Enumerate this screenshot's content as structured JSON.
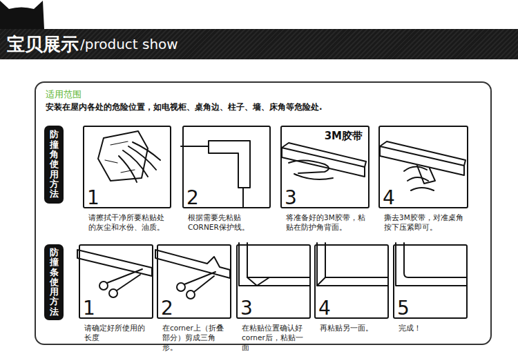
{
  "diagram": {
    "nodes": [
      {
        "text": [
          "宝贝展示",
          "/product show"
        ]
      },
      {
        "text": [
          "适用范围",
          "安装在屋内各处的危险位置，如电视柜、桌角边、柱子、墙、床角等危险处."
        ]
      },
      {
        "text": [
          "防撞角使用方法"
        ],
        "in": 1
      },
      {
        "text": [
          "1",
          "请擦拭干净所要粘贴处的灰尘和水份、油质。"
        ],
        "in": 1
      },
      {
        "text": [
          "2",
          "根据需要先粘贴CORNER保护线。"
        ],
        "in": 1
      },
      {
        "text": [
          "3M胶带",
          "3",
          "将准备好的3M胶带，粘贴在防护角背面。"
        ],
        "in": 1
      },
      {
        "text": [
          "4",
          "撕去3M胶带，对准桌角按下压紧即可。"
        ],
        "in": 1
      },
      {
        "text": [
          "防撞条使用方法"
        ],
        "in": 1
      },
      {
        "text": [
          "1",
          "请确定好所使用的长度"
        ],
        "in": 1
      },
      {
        "text": [
          "2",
          "在corner上（折叠部分）剪成三角形。"
        ],
        "in": 1
      },
      {
        "text": [
          "3",
          "在粘贴位置确认好corner后，粘贴一面"
        ],
        "in": 1
      },
      {
        "text": [
          "4",
          "再粘贴另一面。"
        ],
        "in": 1
      },
      {
        "text": [
          "5",
          "完成！"
        ],
        "in": 1
      }
    ],
    "edges": []
  }
}
